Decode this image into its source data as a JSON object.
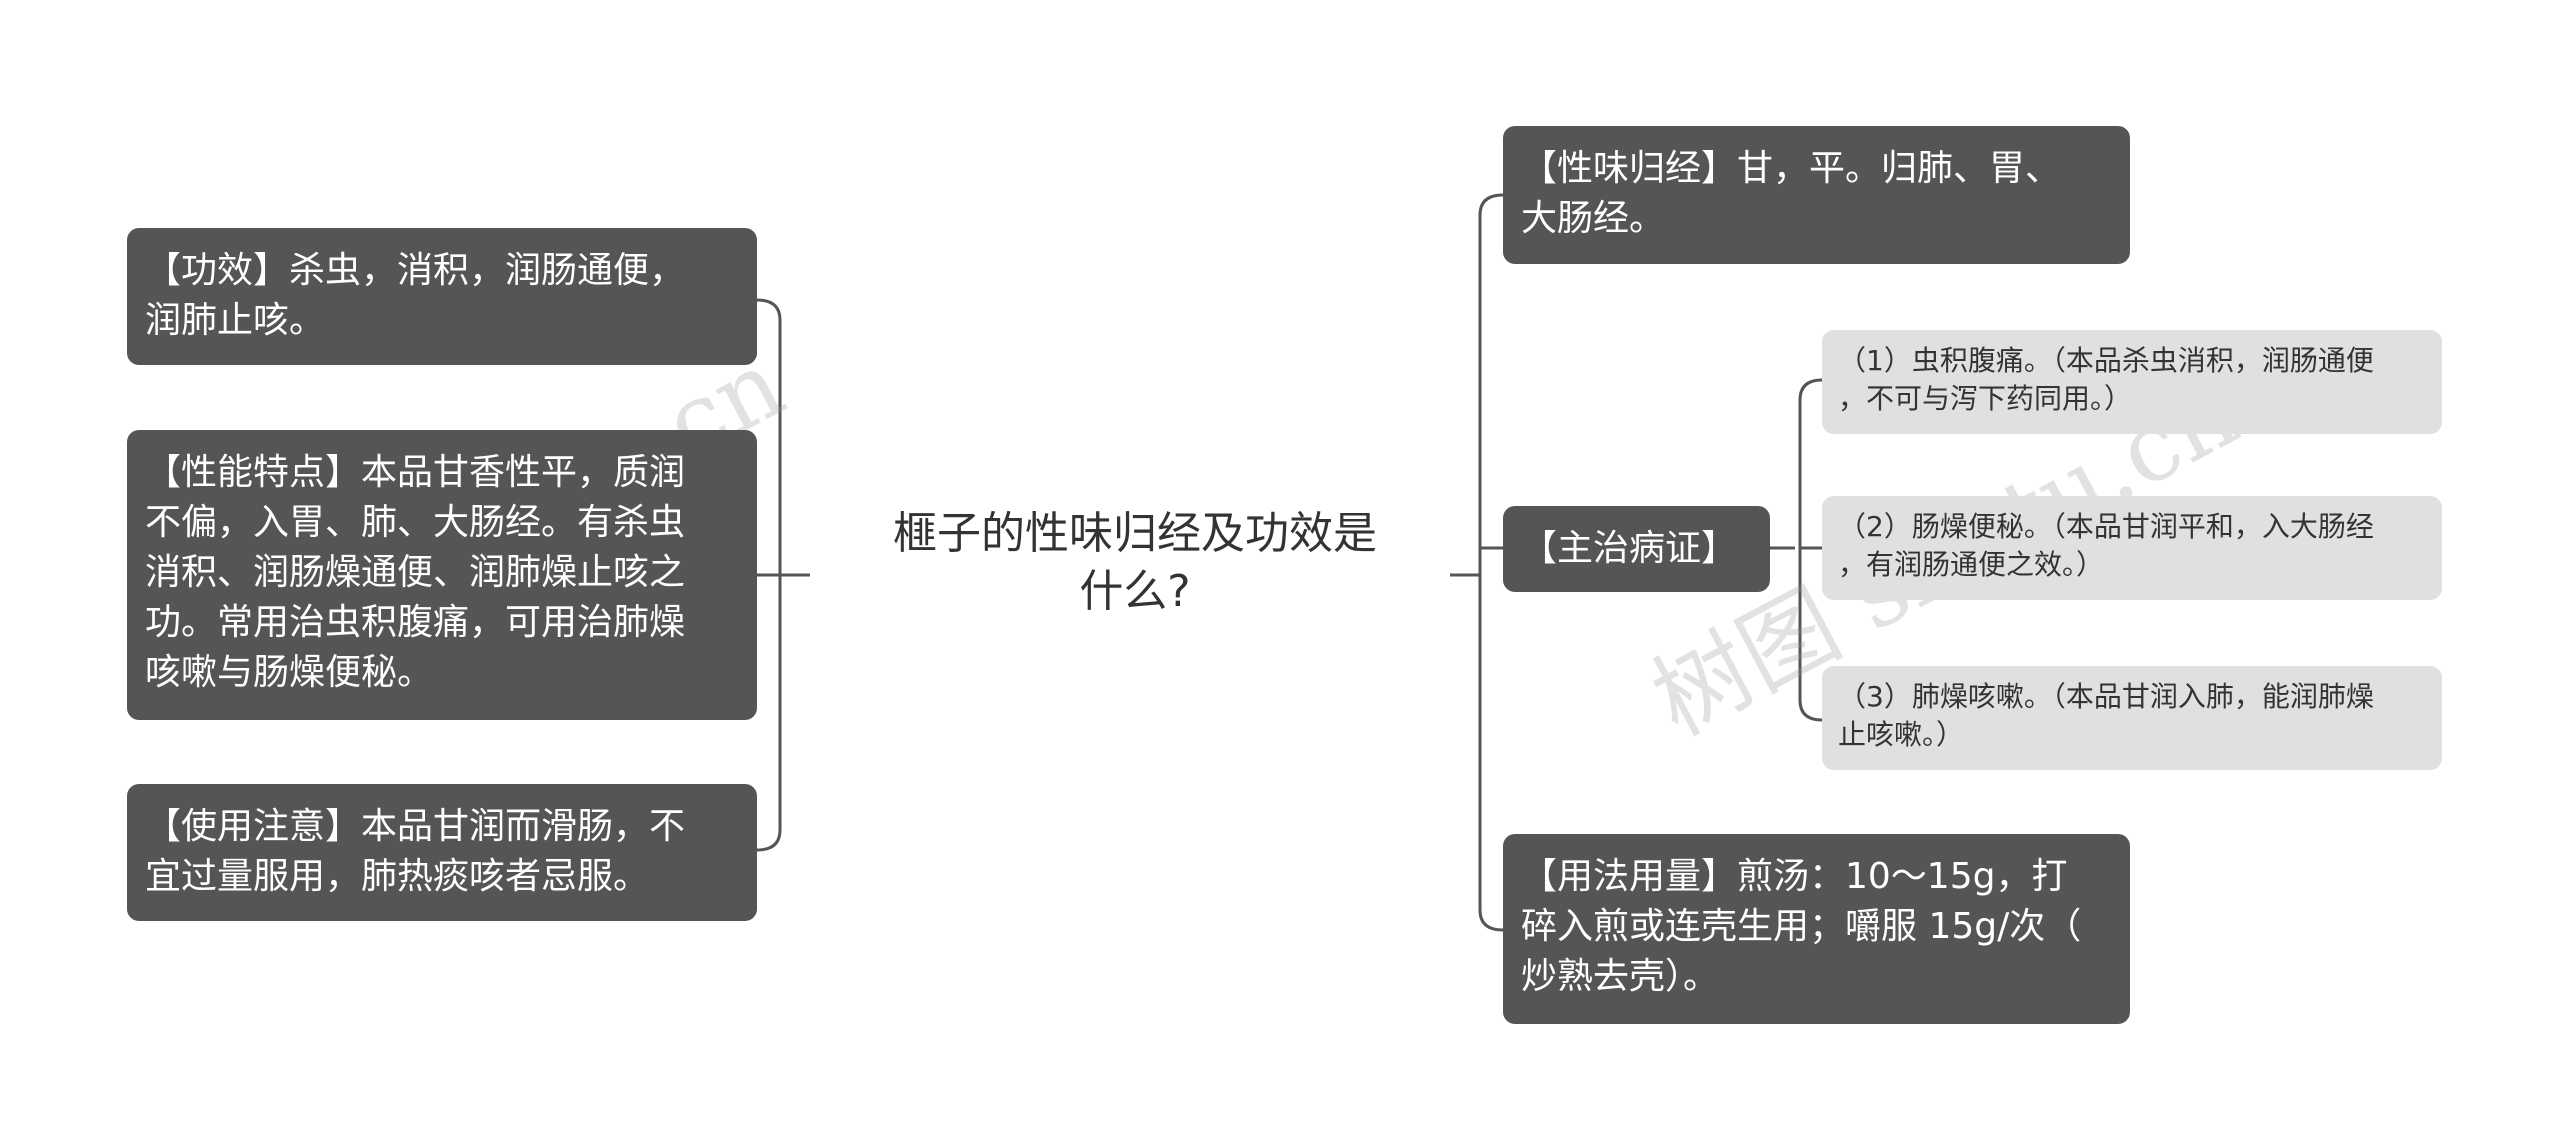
{
  "center": {
    "title": "榧子的性味归经及功效是\n什么?"
  },
  "left_nodes": [
    {
      "text": "【功效】杀虫，消积，润肠通便，\n润肺止咳。"
    },
    {
      "text": "【性能特点】本品甘香性平，质润\n不偏，入胃、肺、大肠经。有杀虫\n消积、润肠燥通便、润肺燥止咳之\n功。常用治虫积腹痛，可用治肺燥\n咳嗽与肠燥便秘。"
    },
    {
      "text": "【使用注意】本品甘润而滑肠，不\n宜过量服用，肺热痰咳者忌服。"
    }
  ],
  "right_nodes": [
    {
      "text": "【性味归经】甘，平。归肺、胃、\n大肠经。"
    },
    {
      "text": "【主治病证】"
    },
    {
      "text": "【用法用量】煎汤：10～15g，打\n碎入煎或连壳生用；嚼服 15g/次（\n炒熟去壳）。"
    }
  ],
  "sub_nodes": [
    {
      "text": "（1）虫积腹痛。（本品杀虫消积，润肠通便\n，不可与泻下药同用。）"
    },
    {
      "text": "（2）肠燥便秘。（本品甘润平和，入大肠经\n，有润肠通便之效。）"
    },
    {
      "text": "（3）肺燥咳嗽。（本品甘润入肺，能润肺燥\n止咳嗽。）"
    }
  ],
  "watermarks": {
    "left": "shutu.cn",
    "right": "树图 shutu.cn"
  },
  "colors": {
    "dark_node": "#555555",
    "light_node": "#e0e0e0",
    "connector": "#555555"
  }
}
